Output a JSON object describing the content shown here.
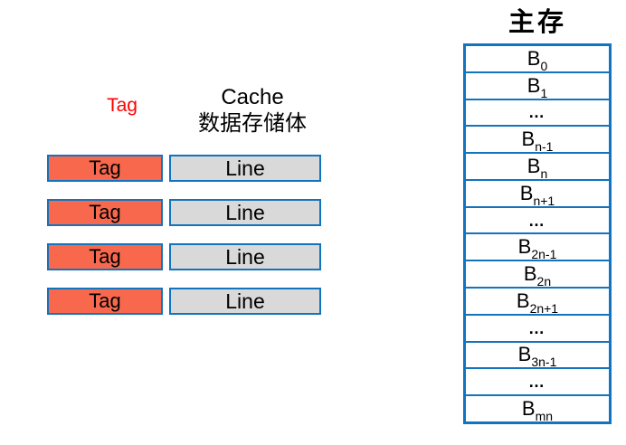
{
  "colors": {
    "border_blue": "#1273BE",
    "tag_fill": "#F8684D",
    "line_fill": "#D9D9D9",
    "header_red": "#FF0000",
    "text_black": "#000000",
    "background": "#FFFFFF"
  },
  "cache": {
    "tag_header": "Tag",
    "header_line1": "Cache",
    "header_line2": "数据存储体",
    "rows": [
      {
        "tag": "Tag",
        "line": "Line"
      },
      {
        "tag": "Tag",
        "line": "Line"
      },
      {
        "tag": "Tag",
        "line": "Line"
      },
      {
        "tag": "Tag",
        "line": "Line"
      }
    ]
  },
  "memory": {
    "title": "主存",
    "rows": [
      {
        "base": "B",
        "sub": "0"
      },
      {
        "base": "B",
        "sub": "1"
      },
      {
        "base": "…"
      },
      {
        "base": "B",
        "sub": "n-1"
      },
      {
        "base": "B",
        "sub": "n"
      },
      {
        "base": "B",
        "sub": "n+1"
      },
      {
        "base": "…"
      },
      {
        "base": "B",
        "sub": "2n-1"
      },
      {
        "base": "B",
        "sub": "2n"
      },
      {
        "base": "B",
        "sub": "2n+1"
      },
      {
        "base": "…"
      },
      {
        "base": "B",
        "sub": "3n-1"
      },
      {
        "base": "…"
      },
      {
        "base": "B",
        "sub": "mn"
      }
    ]
  }
}
